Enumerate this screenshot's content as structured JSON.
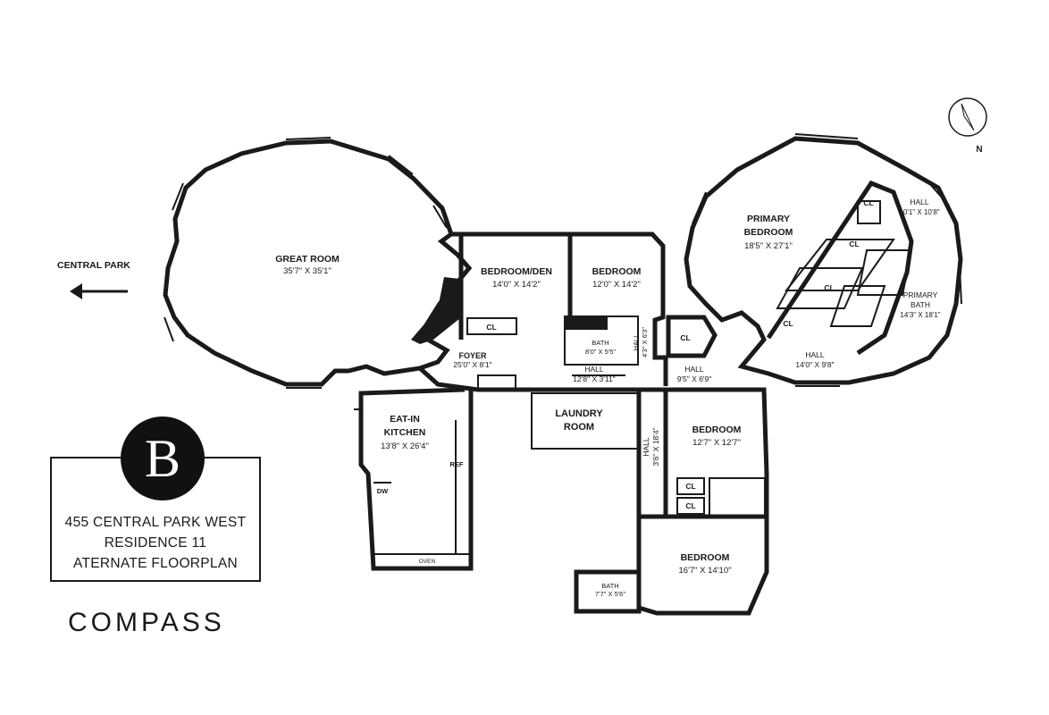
{
  "property": {
    "address": "455 CENTRAL PARK WEST",
    "residence": "RESIDENCE 11",
    "plan": "ATERNATE FLOORPLAN",
    "logo_letter": "B"
  },
  "brand": "COMPASS",
  "direction_label": "CENTRAL PARK",
  "compass_label": "N",
  "rooms": {
    "great_room": {
      "name": "GREAT ROOM",
      "dims": "35'7\" X 35'1\""
    },
    "bedroom_den": {
      "name": "BEDROOM/DEN",
      "dims": "14'0\" X 14'2\""
    },
    "bedroom_1": {
      "name": "BEDROOM",
      "dims": "12'0\" X 14'2\""
    },
    "primary_bedroom": {
      "name1": "PRIMARY",
      "name2": "BEDROOM",
      "dims": "18'5\" X 27'1\""
    },
    "primary_bath": {
      "name1": "PRIMARY",
      "name2": "BATH",
      "dims": "14'3\" X 18'1\""
    },
    "hall_primary_top": {
      "name": "HALL",
      "dims": "10'1\" X 10'8\""
    },
    "hall_primary_bottom": {
      "name": "HALL",
      "dims": "14'0\" X 9'8\""
    },
    "foyer": {
      "name": "FOYER",
      "dims": "25'0\" X 8'1\""
    },
    "hall_center": {
      "name": "HALL",
      "dims": "12'8\" X 3'11\""
    },
    "bath_center": {
      "name": "BATH",
      "dims": "8'0\" X 5'5\""
    },
    "hall_vertical_small": {
      "name": "HALL",
      "dims": "4'3\" X 6'3\""
    },
    "hall_right": {
      "name": "HALL",
      "dims": "9'5\" X 6'9\""
    },
    "kitchen": {
      "name1": "EAT-IN",
      "name2": "KITCHEN",
      "dims": "13'8\" X 26'4\""
    },
    "laundry": {
      "name1": "LAUNDRY",
      "name2": "ROOM"
    },
    "hall_long": {
      "name": "HALL",
      "dims": "3'6\" X 18'4\""
    },
    "bedroom_2": {
      "name": "BEDROOM",
      "dims": "12'7\" X 12'7\""
    },
    "bedroom_3": {
      "name": "BEDROOM",
      "dims": "16'7\" X 14'10\""
    },
    "bath_bottom": {
      "name": "BATH",
      "dims": "7'7\" X 5'6\""
    }
  },
  "fixtures": {
    "cl": "CL",
    "ref": "REF",
    "dw": "DW",
    "oven": "OVEN"
  }
}
